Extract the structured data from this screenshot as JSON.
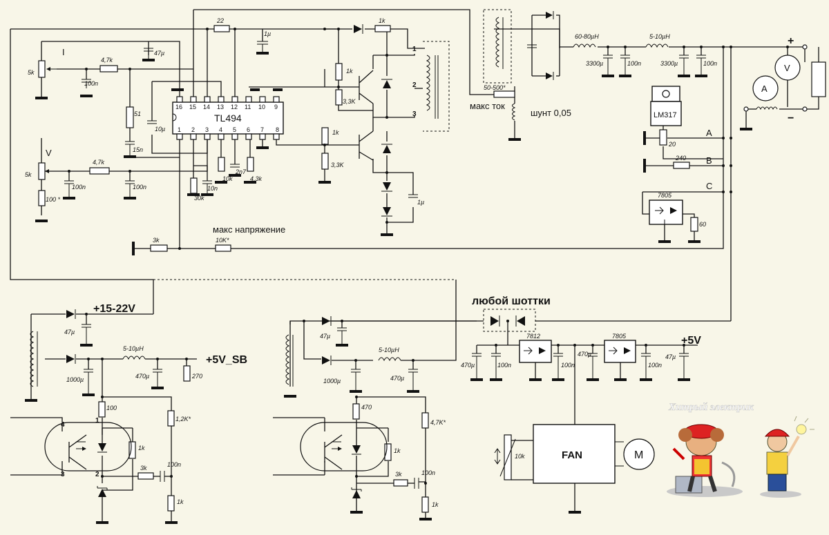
{
  "ic": {
    "tl494": "TL494",
    "pins_top": [
      "16",
      "15",
      "14",
      "13",
      "12",
      "11",
      "10",
      "9"
    ],
    "pins_bottom": [
      "1",
      "2",
      "3",
      "4",
      "5",
      "6",
      "7",
      "8"
    ],
    "lm317": "LM317",
    "reg_7805": "7805",
    "reg_7812": "7812"
  },
  "labels": {
    "current_adj": "I",
    "voltage_adj": "V",
    "max_voltage": "макс напряжение",
    "max_current": "макс ток",
    "shunt": "шунт 0,05",
    "any_schottky": "любой шоттки",
    "v_15_22": "+15-22V",
    "v_5_sb": "+5V_SB",
    "v_5": "+5V",
    "fan": "FAN",
    "motor": "M",
    "ammeter": "A",
    "voltmeter": "V",
    "plus": "+",
    "minus": "−",
    "line_a": "A",
    "line_b": "B",
    "line_c": "C",
    "watermark": "Хитрый электрик"
  },
  "values": {
    "r22": "22",
    "c1u_a": "1µ",
    "c47u_top": "47µ",
    "r1k_top": "1k",
    "r5k_i": "5k",
    "r4k7_i": "4,7k",
    "c100n_i": "100n",
    "r51": "51",
    "c10u": "10µ",
    "c15n": "15n",
    "r1k_q1": "1k",
    "r3k3_q1": "3,3K",
    "r1k_q2": "1k",
    "r3k3_q2": "3,3K",
    "r5k_v": "5k",
    "r4k7_v": "4,7k",
    "c100n_v1": "100n",
    "c100n_v2": "100n",
    "r100": "100 *",
    "r30k": "30k",
    "c10n": "10n",
    "r10k": "10k",
    "c2n7": "2n7",
    "r4k3": "4,3k",
    "c1u_b": "1µ",
    "r3k": "3k",
    "r10k_star": "10K*",
    "r50_500": "50-500*",
    "l60_80": "60-80µH",
    "l5_10_top": "5-10µH",
    "c3300_1": "3300µ",
    "c100n_o1": "100n",
    "c3300_2": "3300µ",
    "c100n_o2": "100n",
    "r20": "20",
    "r240": "240",
    "r60": "60",
    "pin1": "1",
    "pin2": "2",
    "pin3": "3",
    "c47u_sb": "47µ",
    "l5_10_sb": "5-10µH",
    "c1000u_sb": "1000µ",
    "c470u_sb": "470µ",
    "r270": "270",
    "r100_sb": "100",
    "r1k2": "1,2K*",
    "r1k_sb1": "1k",
    "r3k_sb": "3k",
    "c100n_sb": "100n",
    "r1k_sb2": "1k",
    "opto_4": "4",
    "opto_1": "1",
    "opto_3": "3",
    "opto_2": "2",
    "c47u_b2": "47µ",
    "l5_10_b2": "5-10µH",
    "c1000u_b2": "1000µ",
    "c470u_b2": "470µ",
    "r470": "470",
    "r4k7_b2": "4,7K*",
    "r1k_b2a": "1k",
    "r3k_b2": "3k",
    "c100n_b2": "100n",
    "r1k_b2b": "1k",
    "c470u_f1": "470µ",
    "c100n_f1": "100n",
    "c100n_f2": "100n",
    "c470u_f2": "470µ",
    "c100n_f3": "100n",
    "c47u_f": "47µ",
    "r10k_ntc": "10k"
  }
}
